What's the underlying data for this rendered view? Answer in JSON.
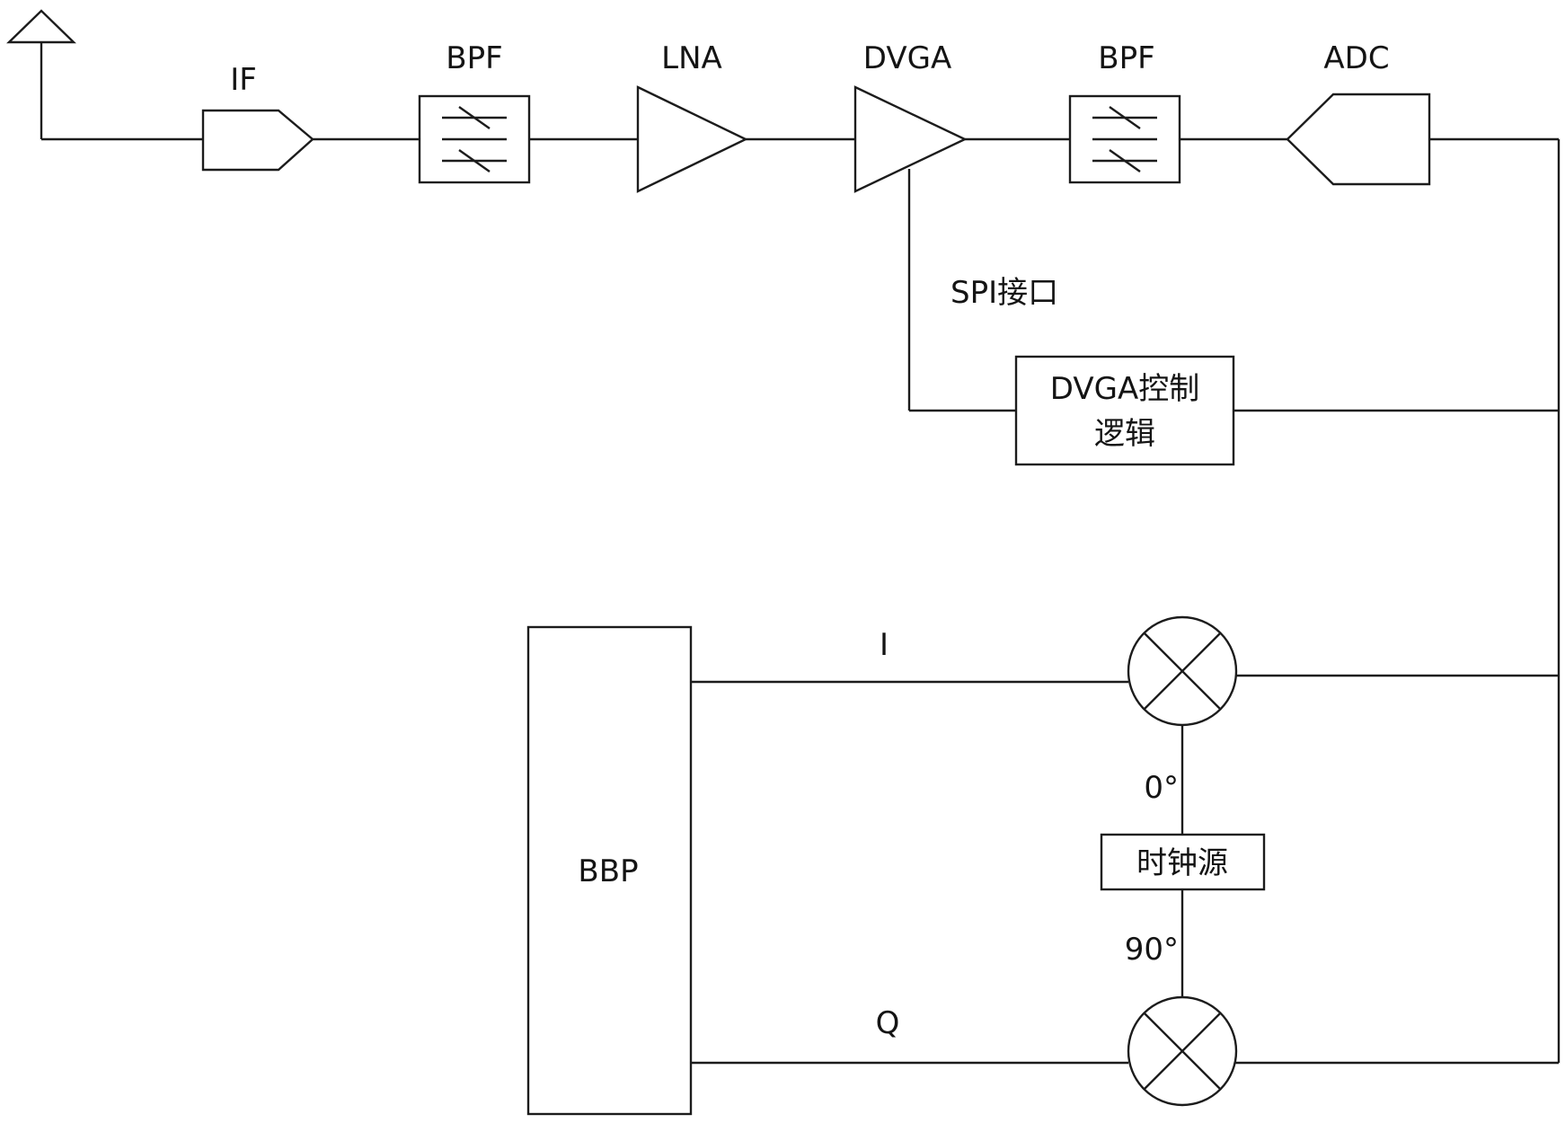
{
  "blocks": {
    "if": "IF",
    "bpf1": "BPF",
    "lna": "LNA",
    "dvga": "DVGA",
    "bpf2": "BPF",
    "adc": "ADC",
    "spi": "SPI接口",
    "dvga_ctrl_line1": "DVGA控制",
    "dvga_ctrl_line2": "逻辑",
    "bbp": "BBP",
    "clock": "时钟源"
  },
  "signals": {
    "i": "I",
    "q": "Q",
    "phase0": "0°",
    "phase90": "90°"
  },
  "colors": {
    "line": "#1c1c1c",
    "background": "#ffffff"
  }
}
